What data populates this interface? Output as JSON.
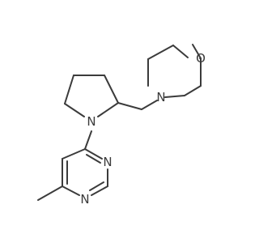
{
  "molecule": {
    "atoms": {
      "morpholine_o": "O",
      "morpholine_n": "N",
      "pyrrolidine_n": "N",
      "pyrimidine_n_upper": "N",
      "pyrimidine_n_lower": "N"
    }
  },
  "colors": {
    "bond": "#3b3b3b",
    "label": "#3b3b3b",
    "background": "#ffffff"
  }
}
